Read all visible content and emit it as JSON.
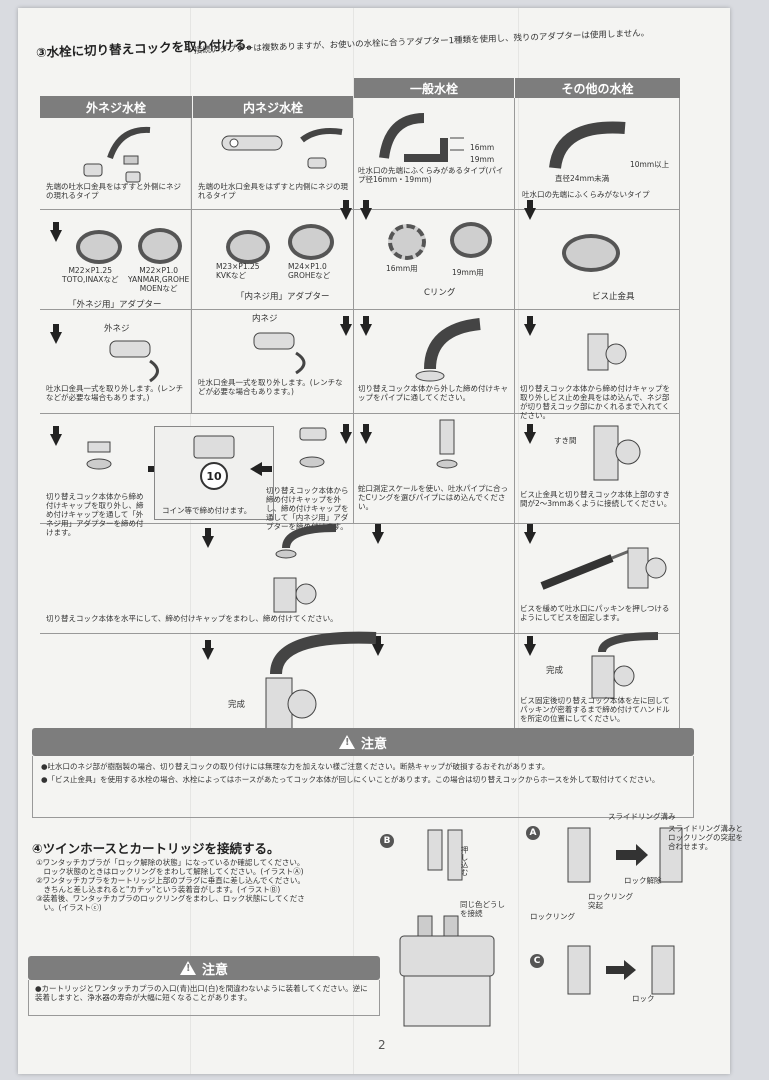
{
  "step3": {
    "title": "③水栓に切り替えコックを取り付ける。",
    "note": "接続アダプターは複数ありますが、お使いの水栓に合うアダプター1種類を使用し、残りのアダプターは使用しません。",
    "headers": [
      "外ネジ水栓",
      "内ネジ水栓",
      "一般水栓",
      "その他の水栓"
    ],
    "col1": {
      "desc": "先端の吐水口金具をはずすと外側にネジの現れるタイプ",
      "adapter1": "M22×P1.25\nTOTO,INAXなど",
      "adapter2": "M22×P1.0\nYANMAR,GROHE\nMOENなど",
      "adapter_label": "「外ネジ用」アダプター",
      "tag": "外ネジ",
      "remove": "吐水口金具一式を取り外します。(レンチなどが必要な場合もあります。)",
      "attach": "切り替えコック本体から締め付けキャップを取り外し、締め付けキャップを通して「外ネジ用」アダプターを締め付けます。",
      "coin": "コイン等で締め付けます。",
      "coin_num": "10"
    },
    "col2": {
      "desc": "先端の吐水口金具をはずすと内側にネジの現れるタイプ",
      "adapter1": "M23×P1.25\nKVKなど",
      "adapter2": "M24×P1.0\nGROHEなど",
      "adapter_label": "「内ネジ用」アダプター",
      "tag": "内ネジ",
      "remove": "吐水口金具一式を取り外します。(レンチなどが必要な場合もあります。)",
      "attach": "切り替えコック本体から締め付けキャップを外し、締め付けキャップを通して「内ネジ用」アダプターを締め付けます。"
    },
    "col3": {
      "dim1": "16mm",
      "dim2": "19mm",
      "desc": "吐水口の先端にふくらみがあるタイプ(パイプ径16mm・19mm)",
      "ring1": "16mm用",
      "ring2": "19mm用",
      "adapter_label": "Cリング",
      "step1": "切り替えコック本体から外した締め付けキャップをパイプに通してください。",
      "step2": "蛇口測定スケールを使い、吐水パイプに合ったCリングを選びパイプにはめ込んでください。"
    },
    "col4": {
      "dim1": "10mm以上",
      "dim2": "直径24mm未満",
      "desc": "吐水口の先端にふくらみがないタイプ",
      "adapter_label": "ビス止金具",
      "step1": "切り替えコック本体から締め付けキャップを取り外しビス止め金具をはめ込んで、ネジ部が切り替えコック部にかくれるまで入れてください。",
      "gap": "すき間",
      "step2": "ビス止金具と切り替えコック本体上部のすき間が2〜3mmあくように接続してください。",
      "step3": "ビスを緩めて吐水口にパッキンを押しつけるようにしてビスを固定します。",
      "done": "完成",
      "step4": "ビス固定後切り替えコック本体を左に回してパッキンが密着するまで締め付けてハンドルを所定の位置にしてください。"
    },
    "common_step": "切り替えコック本体を水平にして、締め付けキャップをまわし、締め付けてください。",
    "done": "完成"
  },
  "caution1": {
    "title": "注意",
    "items": [
      "●吐水口のネジ部が樹脂製の場合、切り替えコックの取り付けには無理な力を加えない様ご注意ください。断熱キャップが破損するおそれがあります。",
      "●「ビス止金具」を使用する水栓の場合、水栓によってはホースがあたってコック本体が回しにくいことがあります。この場合は切り替えコックからホースを外して取付けてください。"
    ]
  },
  "step4": {
    "title": "④ツインホースとカートリッジを接続する。",
    "items": [
      "①ワンタッチカプラが「ロック解除の状態」になっているか確認してください。",
      "　ロック状態のときはロックリングをまわして解除してください。(イラストⒶ)",
      "②ワンタッチカプラをカートリッジ上部のプラグに垂直に差し込んでください。",
      "　きちんと差し込まれると\"カチッ\"という装着音がします。(イラストⒷ)",
      "③装着後、ワンタッチカプラのロックリングをまわし、ロック状態にしてくださ",
      "　い。(イラストⓒ)"
    ],
    "label_a": "A",
    "label_b": "B",
    "label_c": "C",
    "slide_ring": "スライドリング溝み",
    "slide_note": "スライドリング溝みと\nロックリングの突起を\n合わせます。",
    "lock_release": "ロック解除",
    "lock_ring": "ロックリング",
    "lock_ring_protrusion": "ロックリング\n突起",
    "lock": "ロック",
    "same_color": "同じ色どうし\nを接続",
    "push": "押し込む"
  },
  "caution2": {
    "title": "注意",
    "text": "●カートリッジとワンタッチカプラの入口(青)出口(白)を間違わないように装着してください。逆に装着しますと、浄水器の寿命が大幅に短くなることがあります。"
  },
  "page_number": "2"
}
